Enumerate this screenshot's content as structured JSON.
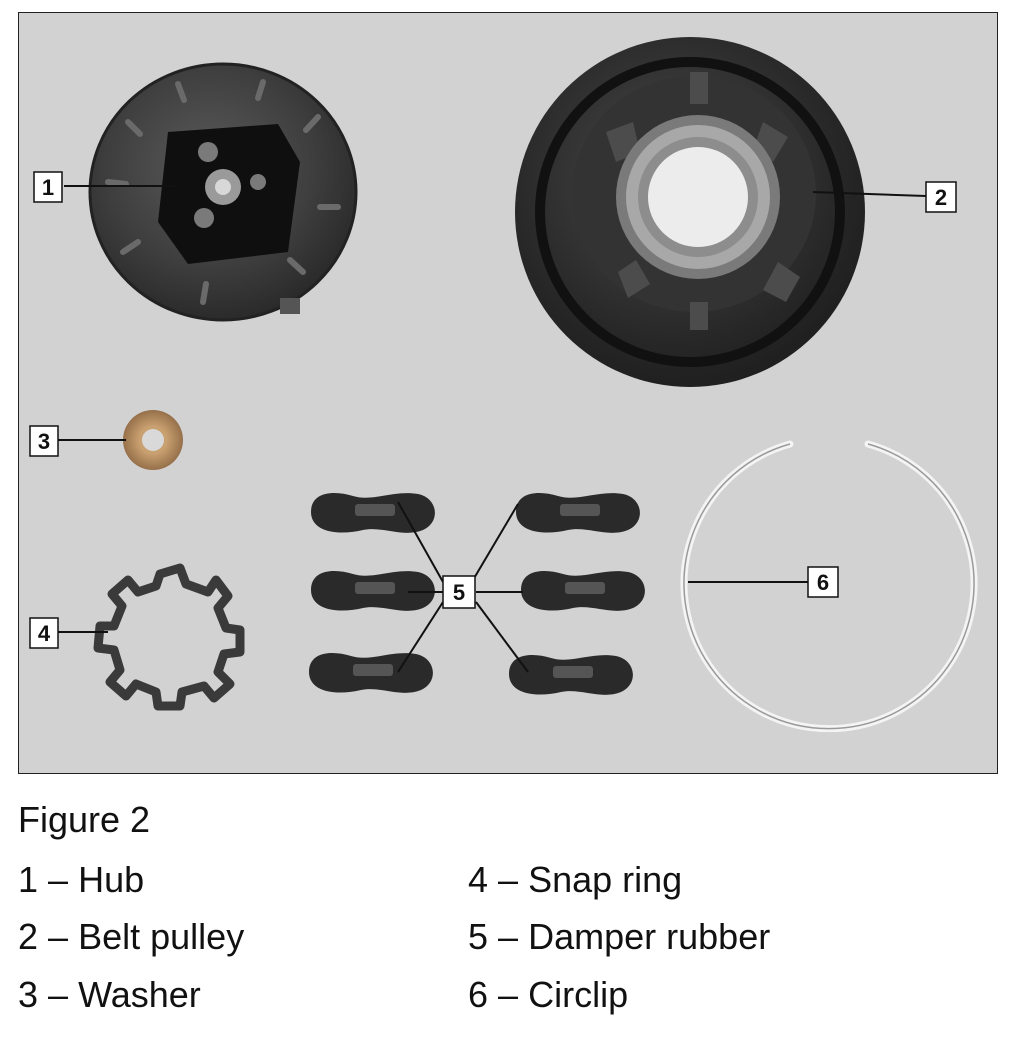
{
  "figure": {
    "title": "Figure 2",
    "callouts": [
      "1",
      "2",
      "3",
      "4",
      "5",
      "6"
    ]
  },
  "legend": [
    {
      "num": "1",
      "sep": "–",
      "label": "Hub"
    },
    {
      "num": "2",
      "sep": "–",
      "label": "Belt pulley"
    },
    {
      "num": "3",
      "sep": "–",
      "label": "Washer"
    },
    {
      "num": "4",
      "sep": "–",
      "label": "Snap ring"
    },
    {
      "num": "5",
      "sep": "–",
      "label": "Damper rubber"
    },
    {
      "num": "6",
      "sep": "–",
      "label": "Circlip"
    }
  ],
  "colors": {
    "photo_background": "#d2d2d2",
    "frame": "#222222",
    "part_dark": "#333333",
    "washer": "#b38a5c"
  }
}
